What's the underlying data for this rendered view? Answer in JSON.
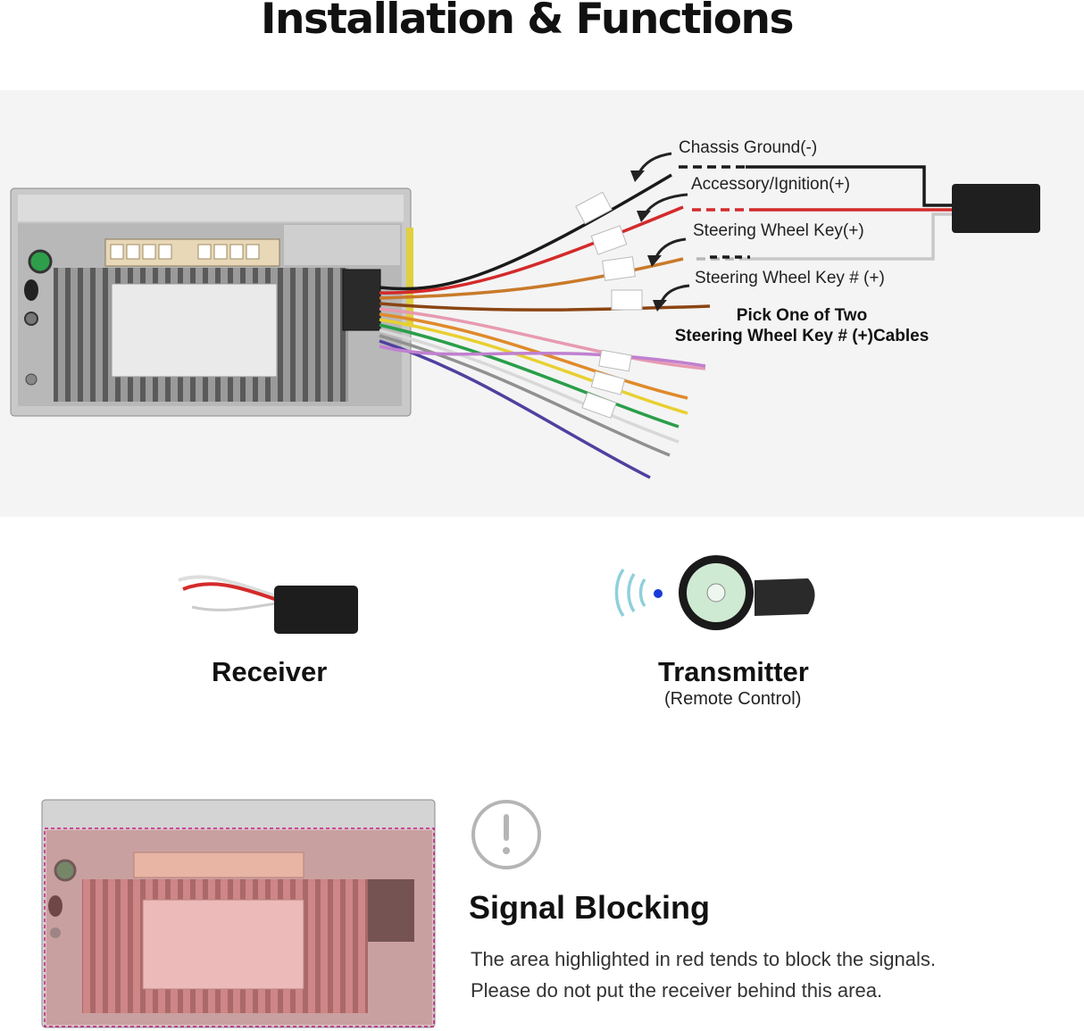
{
  "title": "Installation & Functions",
  "wiring": {
    "labels": {
      "chassis_ground": "Chassis Ground(-)",
      "accessory_ignition": "Accessory/Ignition(+)",
      "steering_key": "Steering Wheel Key(+)",
      "steering_key_hash": "Steering Wheel Key # (+)"
    },
    "pick_note_line1": "Pick One of Two",
    "pick_note_line2": "Steering Wheel Key # (+)Cables",
    "wire_colors": {
      "ground": "#1a1a1a",
      "accessory": "#d42a2a",
      "steering": "#b8b8b8",
      "steering_hash": "#8b4513"
    }
  },
  "components": {
    "receiver_label": "Receiver",
    "transmitter_label": "Transmitter",
    "transmitter_sub": "(Remote Control)"
  },
  "signal_blocking": {
    "heading": "Signal Blocking",
    "line1": "The area highlighted in red tends to block the signals.",
    "line2": "Please do not put the receiver behind this area.",
    "highlight_color": "#e8a0a0"
  }
}
